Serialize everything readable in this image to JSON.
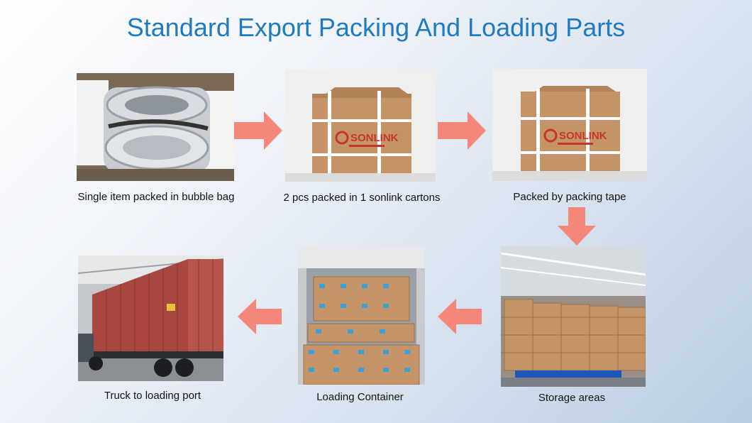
{
  "title": "Standard Export Packing And Loading Parts",
  "steps": [
    {
      "caption": "Single item packed in bubble bag"
    },
    {
      "caption": "2 pcs packed in 1 sonlink cartons"
    },
    {
      "caption": "Packed by packing tape"
    },
    {
      "caption": "Storage areas"
    },
    {
      "caption": "Loading Container"
    },
    {
      "caption": "Truck to loading port"
    }
  ],
  "logo_text": "SONLINK",
  "colors": {
    "title": "#1f7ac0",
    "arrow": "#f4877a",
    "carton": "#c49468",
    "strap": "#ffffff",
    "logo": "#c8342b"
  }
}
